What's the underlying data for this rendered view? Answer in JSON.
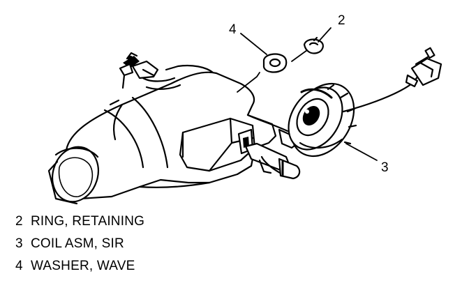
{
  "callouts": {
    "c2": "2",
    "c3": "3",
    "c4": "4"
  },
  "legend": [
    {
      "number": "2",
      "text": "RING, RETAINING"
    },
    {
      "number": "3",
      "text": "COIL ASM, SIR"
    },
    {
      "number": "4",
      "text": "WASHER, WAVE"
    }
  ],
  "colors": {
    "line": "#000000",
    "background": "#ffffff"
  }
}
